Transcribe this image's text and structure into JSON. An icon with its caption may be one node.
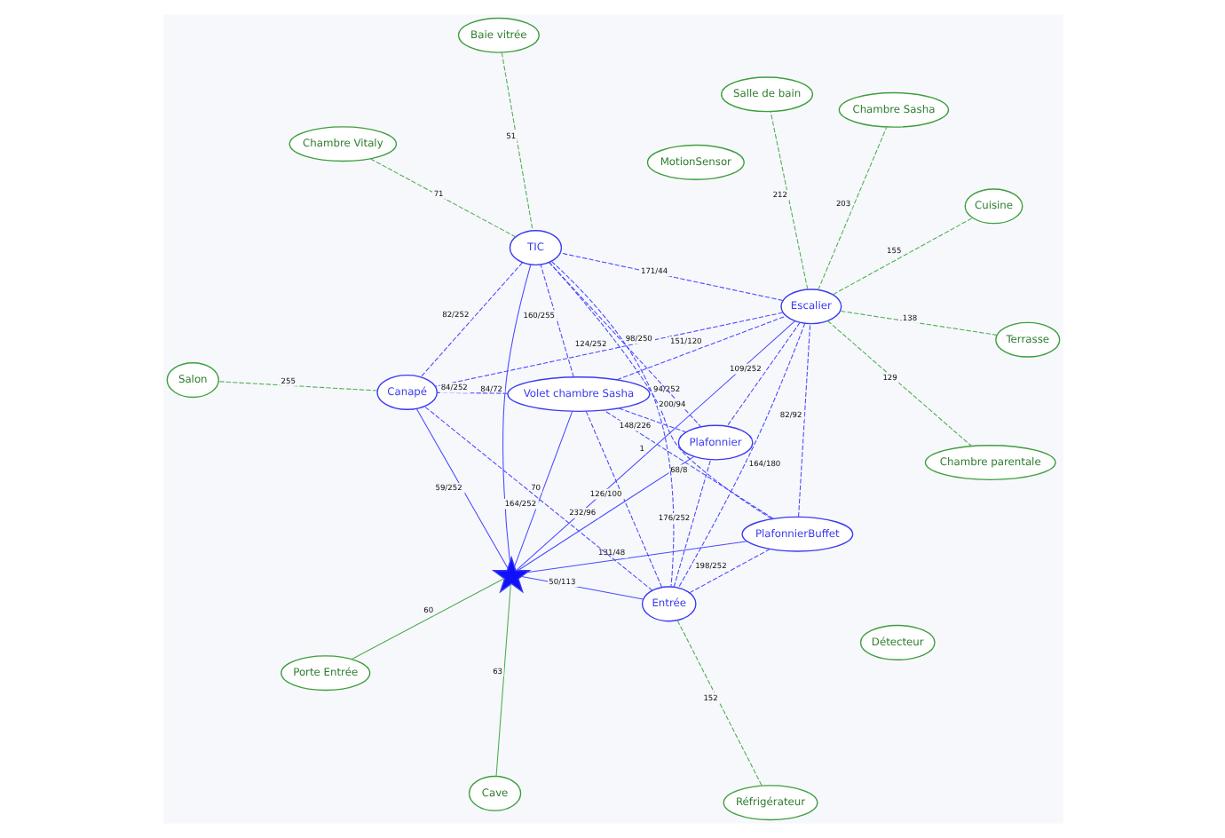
{
  "diagram": {
    "nodes": [
      {
        "text": [
          "Porte Entrée"
        ]
      },
      {
        "text": [],
        "shape": "star"
      },
      {
        "text": [
          "Terrasse"
        ]
      },
      {
        "text": [
          "Salle de bain"
        ]
      },
      {
        "text": [
          "Cave"
        ]
      },
      {
        "text": [
          "Cuisine"
        ]
      },
      {
        "text": [
          "Chambre Sasha"
        ]
      },
      {
        "text": [
          "Escalier"
        ]
      },
      {
        "text": [
          "Détecteur"
        ]
      },
      {
        "text": [
          "Chambre parentale"
        ]
      },
      {
        "text": [
          "PlafonnierBuffet"
        ]
      },
      {
        "text": [
          "Volet chambre Sasha"
        ]
      },
      {
        "text": [
          "MotionSensor"
        ]
      },
      {
        "text": [
          "Plafonnier"
        ]
      },
      {
        "text": [
          "Salon"
        ]
      },
      {
        "text": [
          "Canapé"
        ]
      },
      {
        "text": [
          "Baie vitrée"
        ]
      },
      {
        "text": [
          "TIC"
        ]
      },
      {
        "text": [
          "Chambre Vitaly"
        ]
      },
      {
        "text": [
          "Entrée"
        ]
      },
      {
        "text": [
          "Réfrigérateur"
        ]
      }
    ],
    "edges": [
      {
        "from": 1,
        "to": 0,
        "arrow": "none",
        "label": "60",
        "color": "#4caf50"
      },
      {
        "from": 1,
        "to": 4,
        "arrow": "none",
        "label": "63",
        "color": "#4caf50"
      },
      {
        "from": 1,
        "to": 10,
        "arrow": "none",
        "label": "131/48"
      },
      {
        "from": 1,
        "to": 11,
        "arrow": "none",
        "label": "70"
      },
      {
        "from": 1,
        "to": 17,
        "arrow": "none",
        "label": "84/72"
      },
      {
        "from": 1,
        "to": 19,
        "arrow": "none",
        "label": "50/113"
      },
      {
        "from": 1,
        "to": 7,
        "arrow": "none",
        "label": "1"
      },
      {
        "from": 1,
        "to": 13,
        "arrow": "none",
        "label": "232/96"
      },
      {
        "from": 1,
        "to": 15,
        "arrow": "none",
        "label": "59/252"
      },
      {
        "from": 7,
        "to": 2,
        "arrow": "none",
        "label": "138",
        "style": "dashed",
        "color": "#4caf50"
      },
      {
        "from": 7,
        "to": 3,
        "arrow": "none",
        "label": "212",
        "style": "dashed",
        "color": "#4caf50"
      },
      {
        "from": 7,
        "to": 5,
        "arrow": "none",
        "label": "155",
        "style": "dashed",
        "color": "#4caf50"
      },
      {
        "from": 7,
        "to": 6,
        "arrow": "none",
        "label": "203",
        "style": "dashed",
        "color": "#4caf50"
      },
      {
        "from": 7,
        "to": 9,
        "arrow": "none",
        "label": "129",
        "style": "dashed",
        "color": "#4caf50"
      },
      {
        "from": 10,
        "to": 7,
        "arrow": "none",
        "label": "82/92",
        "style": "dashed"
      },
      {
        "from": 11,
        "to": 7,
        "arrow": "none",
        "label": "151/120",
        "style": "dashed"
      },
      {
        "from": 7,
        "to": 13,
        "arrow": "none",
        "label": "109/252",
        "style": "dashed"
      },
      {
        "from": 7,
        "to": 15,
        "arrow": "none",
        "label": "124/252",
        "style": "dashed"
      },
      {
        "from": 7,
        "to": 17,
        "arrow": "none",
        "label": "171/44",
        "style": "dashed"
      },
      {
        "from": 7,
        "to": 19,
        "arrow": "none",
        "label": "164/180",
        "style": "dashed"
      },
      {
        "from": 10,
        "to": 11,
        "arrow": "none",
        "label": "68/8",
        "style": "dashed"
      },
      {
        "from": 10,
        "to": 17,
        "arrow": "none",
        "label": "94/252",
        "style": "dashed"
      },
      {
        "from": 10,
        "to": 19,
        "arrow": "none",
        "label": "198/252",
        "style": "dashed"
      },
      {
        "from": 11,
        "to": 13,
        "arrow": "none",
        "label": "148/226",
        "style": "dashed"
      },
      {
        "from": 11,
        "to": 15,
        "arrow": "none",
        "label": "84/252",
        "style": "dashed"
      },
      {
        "from": 11,
        "to": 17,
        "arrow": "none",
        "label": "160/255",
        "style": "dashed"
      },
      {
        "from": 11,
        "to": 19,
        "arrow": "none",
        "label": "126/100",
        "style": "dashed"
      },
      {
        "from": 15,
        "to": 14,
        "arrow": "none",
        "label": "255",
        "style": "dashed",
        "color": "#4caf50"
      },
      {
        "from": 16,
        "to": 17,
        "arrow": "none",
        "label": "51",
        "style": "dashed",
        "color": "#4caf50"
      },
      {
        "from": 18,
        "to": 17,
        "arrow": "none",
        "label": "71",
        "style": "dashed",
        "color": "#4caf50"
      },
      {
        "from": 17,
        "to": 13,
        "arrow": "none",
        "label": "98/250",
        "style": "dashed"
      },
      {
        "from": 17,
        "to": 15,
        "arrow": "none",
        "label": "82/252",
        "style": "dashed"
      },
      {
        "from": 17,
        "to": 19,
        "arrow": "none",
        "label": "200/94",
        "style": "dashed"
      },
      {
        "from": 19,
        "to": 13,
        "arrow": "none",
        "label": "176/252",
        "style": "dashed"
      },
      {
        "from": 19,
        "to": 15,
        "arrow": "none",
        "label": "164/252",
        "style": "dashed"
      },
      {
        "from": 19,
        "to": 20,
        "arrow": "none",
        "label": "152",
        "style": "dashed",
        "color": "#4caf50"
      }
    ]
  }
}
